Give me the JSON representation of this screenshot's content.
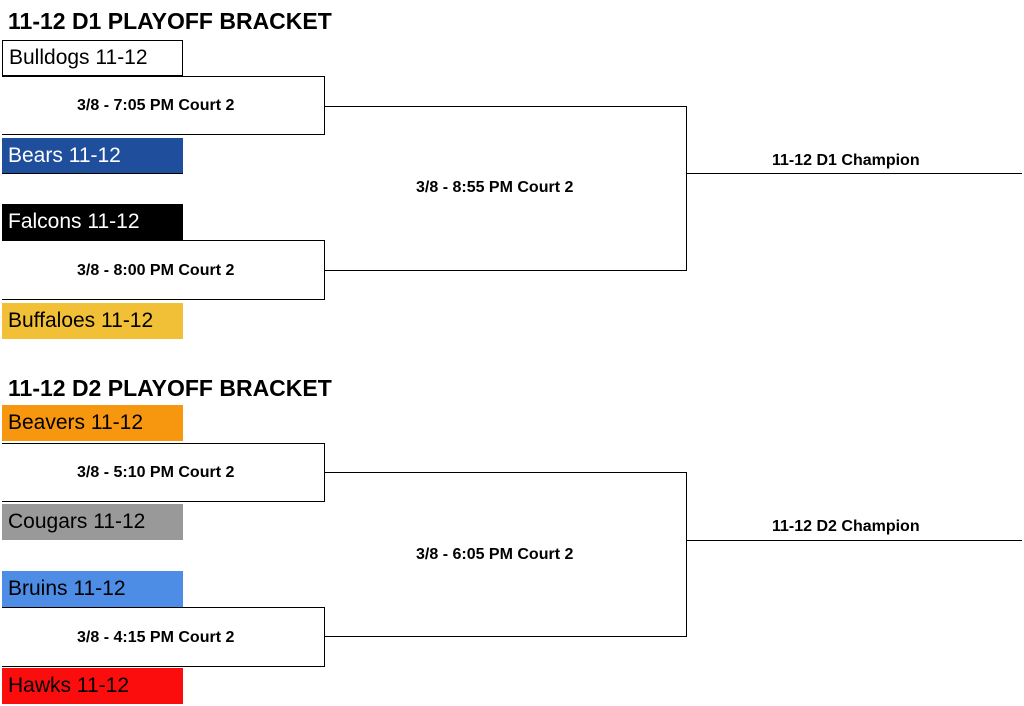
{
  "brackets": [
    {
      "title": "11-12 D1 PLAYOFF BRACKET",
      "teams": [
        {
          "name": "Bulldogs 11-12",
          "bg": "#ffffff",
          "fg": "#000000"
        },
        {
          "name": "Bears 11-12",
          "bg": "#1f4e9c",
          "fg": "#ffffff"
        },
        {
          "name": "Falcons 11-12",
          "bg": "#000000",
          "fg": "#ffffff"
        },
        {
          "name": "Buffaloes 11-12",
          "bg": "#f2c037",
          "fg": "#000000"
        }
      ],
      "games": {
        "semi1": "3/8 - 7:05 PM Court 2",
        "semi2": "3/8 - 8:00 PM Court 2",
        "final": "3/8 - 8:55 PM Court 2"
      },
      "champion": "11-12 D1 Champion"
    },
    {
      "title": "11-12 D2 PLAYOFF BRACKET",
      "teams": [
        {
          "name": "Beavers 11-12",
          "bg": "#f7960f",
          "fg": "#000000"
        },
        {
          "name": "Cougars 11-12",
          "bg": "#999999",
          "fg": "#000000"
        },
        {
          "name": "Bruins 11-12",
          "bg": "#4e8de6",
          "fg": "#000000"
        },
        {
          "name": "Hawks 11-12",
          "bg": "#fb0d0d",
          "fg": "#000000"
        }
      ],
      "games": {
        "semi1": "3/8 - 5:10 PM Court 2",
        "semi2": "3/8 - 4:15 PM Court 2",
        "final": "3/8 - 6:05 PM Court 2"
      },
      "champion": "11-12 D2 Champion"
    }
  ]
}
